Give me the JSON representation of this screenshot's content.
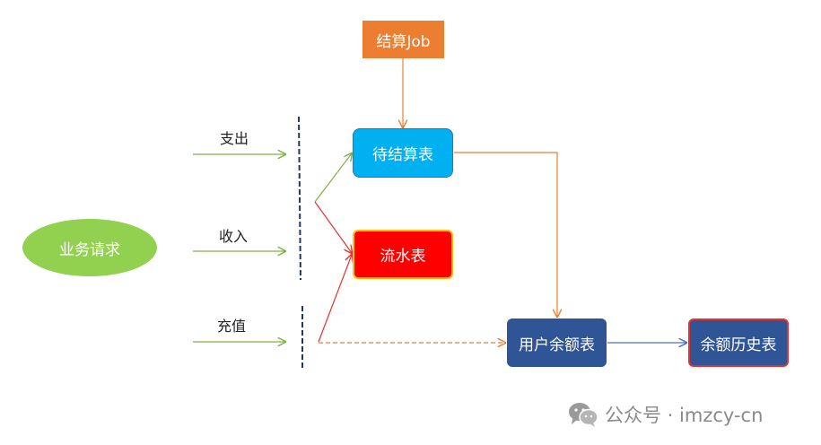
{
  "nodes": {
    "job": "结算Job",
    "pending": "待结算表",
    "flow": "流水表",
    "balance": "用户余额表",
    "history": "余额历史表",
    "request": "业务请求"
  },
  "labels": {
    "zhichu": "支出",
    "shouru": "收入",
    "chongzhi": "充值"
  },
  "watermark": "公众号 · imzcy-cn",
  "colors": {
    "job": "#ED7D31",
    "pending": "#00B0F0",
    "flow": "#FF0000",
    "balance": "#2F5597",
    "history": "#2F5597",
    "request": "#92D050",
    "green_arrow": "#7FB04A",
    "orange_arrow": "#ED7D31",
    "red_arrow": "#E8302C",
    "blue_arrow": "#4472C4",
    "divider": "#203864"
  },
  "icons": [
    "wechat-icon"
  ]
}
